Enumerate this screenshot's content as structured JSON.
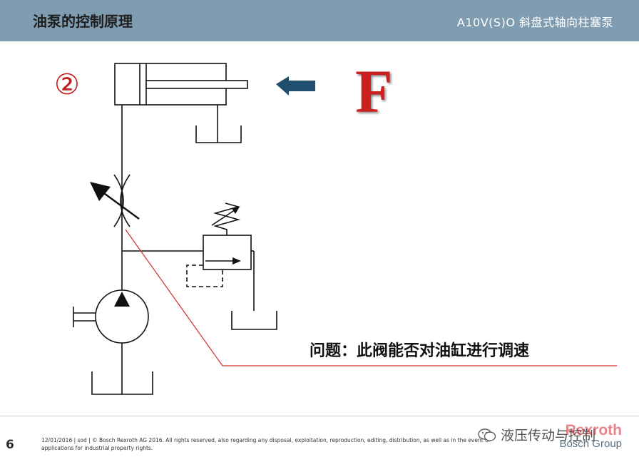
{
  "header": {
    "title": "油泵的控制原理",
    "subtitle": "A10V(S)O 斜盘式轴向柱塞泵",
    "background": "#7f9cb0"
  },
  "slide": {
    "step_number": "②",
    "force_label": "F",
    "question": "问题：此阀能否对油缸进行调速"
  },
  "footer": {
    "page_number": "6",
    "legal_text": "12/01/2016 | sod | © Bosch Rexroth AG 2016. All rights reserved, also regarding any disposal, exploitation, reproduction, editing, distribution, as well as in the event of applications for industrial property rights.",
    "watermark": "液压传动与控制",
    "brand_name": "Rexroth",
    "brand_group": "Bosch Group"
  },
  "colors": {
    "accent_red": "#c0201f",
    "arrow_blue": "#1f4e6e",
    "leader_line": "#d0302a"
  }
}
